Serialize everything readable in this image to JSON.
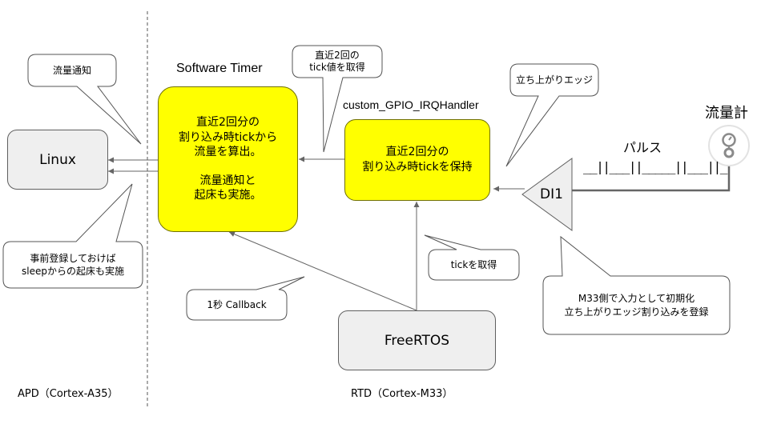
{
  "divider_label_left": "APD（Cortex-A35）",
  "divider_label_right": "RTD（Cortex-M33）",
  "linux": "Linux",
  "software_timer": {
    "title": "Software Timer",
    "body": "直近2回分の\n割り込み時tickから\n流量を算出。\n\n流量通知と\n起床も実施。"
  },
  "gpio_handler": {
    "title": "custom_GPIO_IRQHandler",
    "body": "直近2回分の\n割り込み時tickを保持"
  },
  "freertos": "FreeRTOS",
  "di1": "DI1",
  "flowmeter_label": "流量計",
  "pulse_label": "パルス",
  "pulse_wave": "__||___||_____||___||_",
  "callouts": {
    "flow_notify": "流量通知",
    "pre_register": "事前登録しておけば\nsleepからの起床も実施",
    "last_two_ticks": "直近2回の\ntick値を取得",
    "rising_edge": "立ち上がりエッジ",
    "get_tick": "tickを取得",
    "callback": "1秒 Callback",
    "m33_init": "M33側で入力として初期化\n立ち上がりエッジ割り込みを登録"
  },
  "colors": {
    "yellow_box": "#ffff00",
    "gray_box": "#efefef",
    "line": "#666666"
  }
}
